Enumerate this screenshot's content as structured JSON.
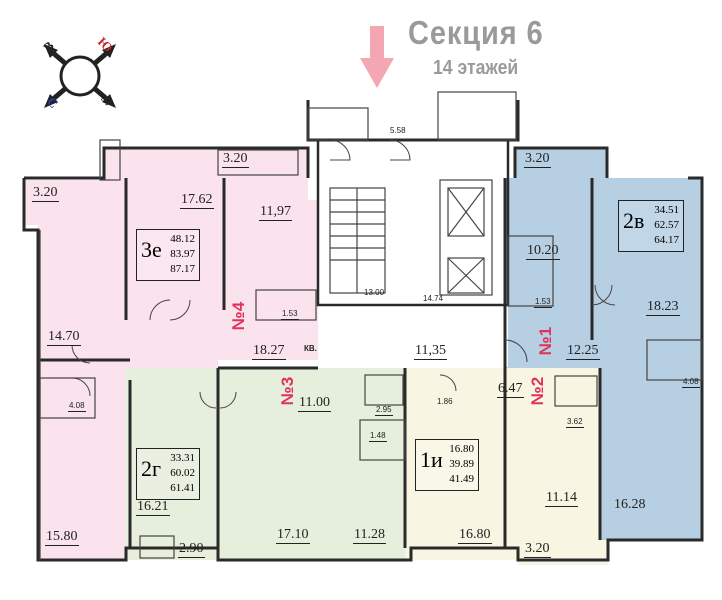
{
  "header": {
    "section": "Секция 6",
    "floors": "14 этажей"
  },
  "compass": {
    "labels": [
      "В",
      "Ю",
      "З",
      "С"
    ]
  },
  "apartments": [
    {
      "id": "1",
      "number_label": "№1",
      "color": "#b7cfe2"
    },
    {
      "id": "2",
      "number_label": "№2",
      "color": "#f8f6e3",
      "type": "1и",
      "areas": [
        "16.80",
        "39.89",
        "41.49"
      ]
    },
    {
      "id": "3",
      "number_label": "№3",
      "color": "#e6eedc",
      "type": "2г",
      "areas": [
        "33.31",
        "60.02",
        "61.41"
      ]
    },
    {
      "id": "4",
      "number_label": "№4",
      "color": "#fbe3ed",
      "type": "3е",
      "areas": [
        "48.12",
        "83.97",
        "87.17"
      ]
    },
    {
      "id": "5",
      "color": "#b7cfe2",
      "type": "2в",
      "areas": [
        "34.51",
        "62.57",
        "64.17"
      ]
    }
  ],
  "rooms": {
    "a4_balcony_left": "3.20",
    "a4_balcony_top": "3.20",
    "a4_room_a": "17.62",
    "a4_room_b": "11,97",
    "a4_room_c": "14.70",
    "a4_hall": "18.27",
    "a4_bath": "4.08",
    "a4_wc": "1.53",
    "a4_room_d": "15.80",
    "kv_short": "КВ.",
    "stair_a": "13.00",
    "stair_b": "14.74",
    "stair_top": "5.58",
    "corridor": "11,35",
    "a3_hall": "11.00",
    "a3_bath": "2.95",
    "a3_wc": "1.48",
    "a3_room_a": "16.21",
    "a3_room_b": "17.10",
    "a3_room_c": "11.28",
    "a3_balcony": "2.90",
    "a2_wc": "1.86",
    "a2_hall": "6.47",
    "a2_bath": "3.62",
    "a2_room_a": "11.14",
    "a2_room_b": "16.80",
    "a2_balcony": "3.20",
    "a1_balcony": "3.20",
    "a1_room_a": "10.20",
    "a1_wc": "1.53",
    "a1_room_b": "18.23",
    "a1_hall": "12.25",
    "a1_bath": "4.08",
    "a1_room_c": "16.28"
  }
}
